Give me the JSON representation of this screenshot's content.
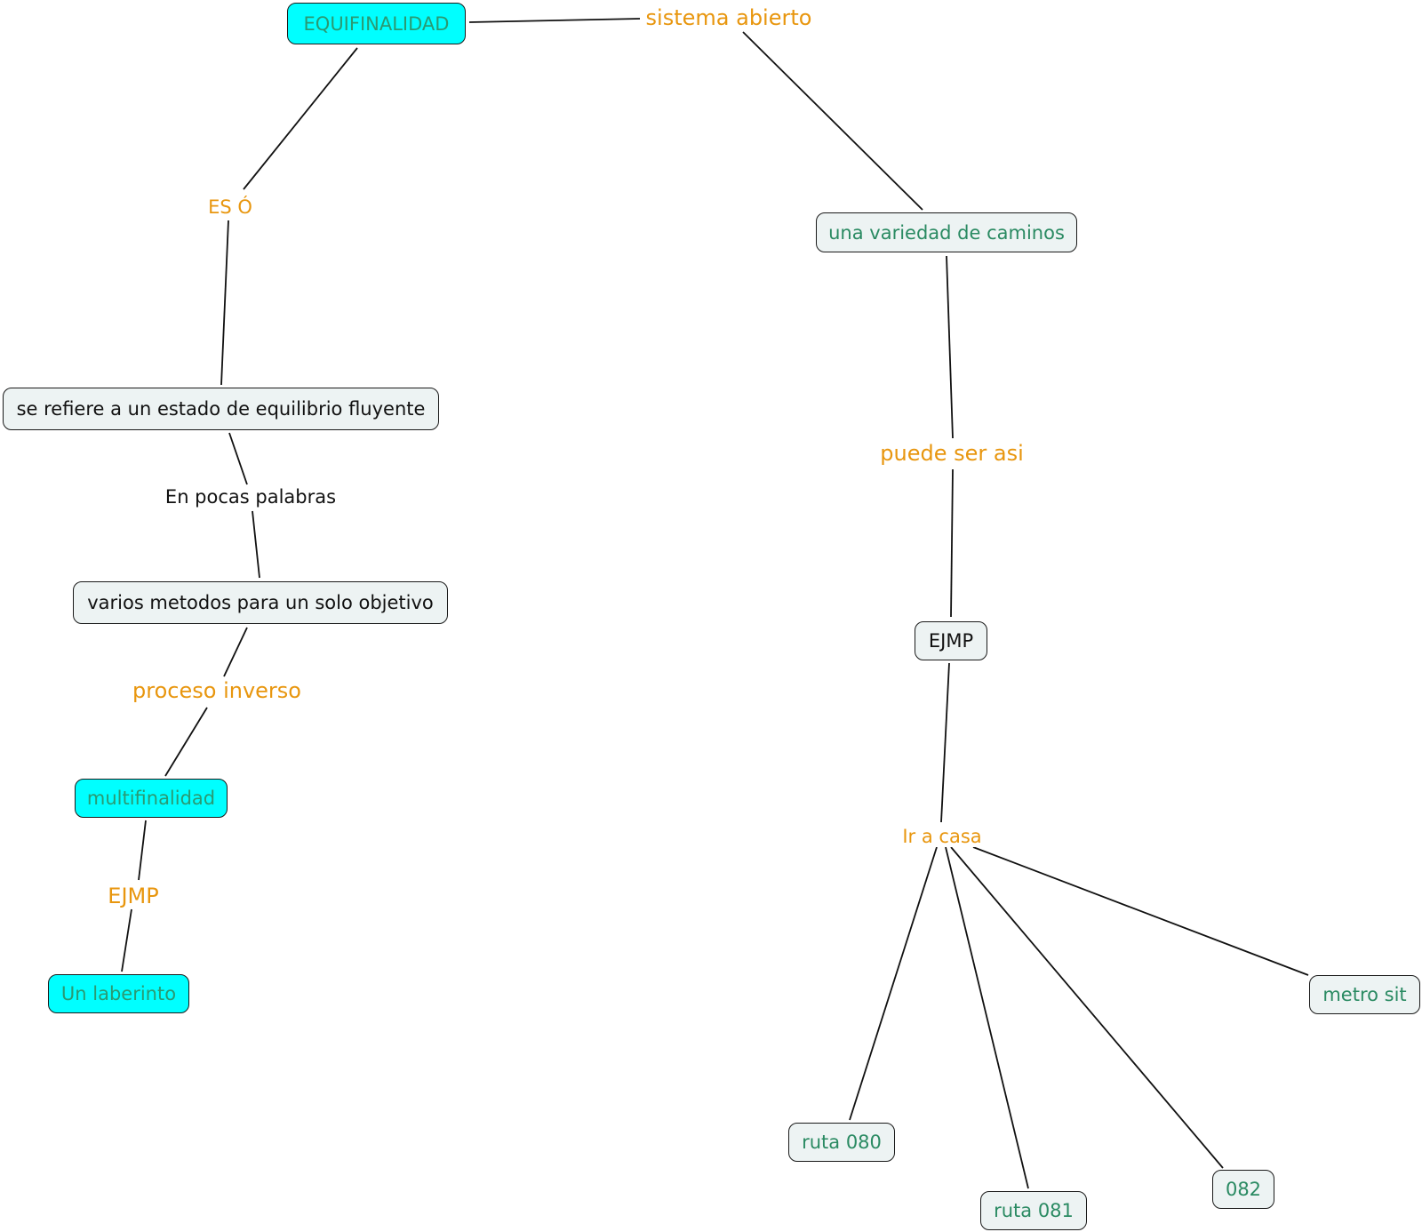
{
  "nodes": {
    "equifinalidad": "EQUIFINALIDAD",
    "variedad": "una variedad de caminos",
    "refiere": "se refiere a un estado de equilibrio fluyente",
    "metodos": "varios metodos para un solo objetivo",
    "multifinalidad": "multifinalidad",
    "laberinto": "Un laberinto",
    "ejmp_right": "EJMP",
    "metro": "metro sit",
    "ruta080": "ruta 080",
    "ruta081": "ruta 081",
    "n082": "082"
  },
  "links": {
    "sistema_abierto": "sistema abierto",
    "es_o": "ES Ó",
    "puede_ser_asi": "puede ser asi",
    "en_pocas_palabras": "En pocas palabras",
    "proceso_inverso": "proceso inverso",
    "ejmp_left": "EJMP",
    "ir_a_casa": "Ir a casa"
  },
  "colors": {
    "cyan_fill": "#00ffff",
    "light_fill": "#edf3f3",
    "link_orange": "#e8960e",
    "node_text_green": "#2a8a62",
    "edge": "#111111"
  }
}
